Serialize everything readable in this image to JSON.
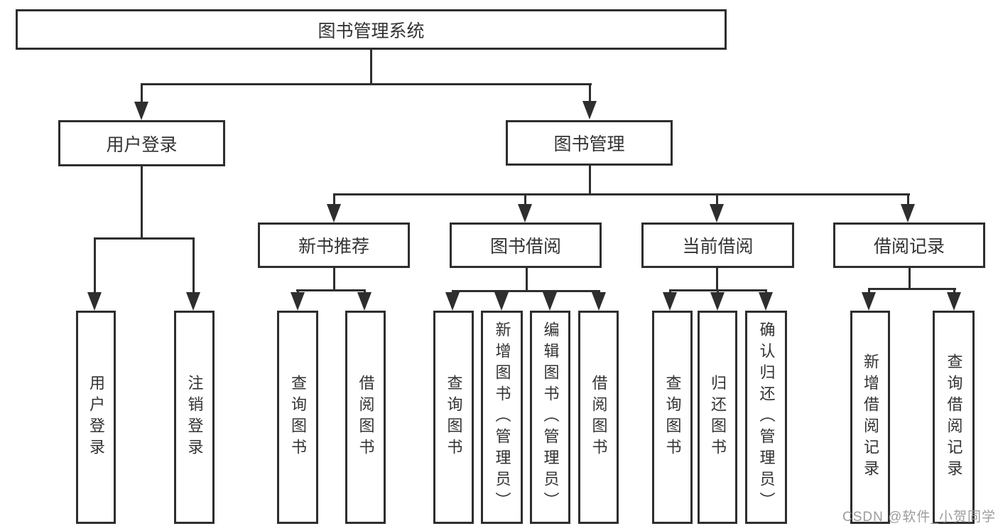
{
  "diagram": {
    "root": {
      "label": "图书管理系统"
    },
    "branches": [
      {
        "label": "用户登录",
        "children": [
          {
            "label": "用户登录"
          },
          {
            "label": "注销登录"
          }
        ]
      },
      {
        "label": "图书管理",
        "children": [
          {
            "label": "新书推荐",
            "children": [
              {
                "label": "查询图书"
              },
              {
                "label": "借阅图书"
              }
            ]
          },
          {
            "label": "图书借阅",
            "children": [
              {
                "label": "查询图书"
              },
              {
                "label": "新增图书（管理员）"
              },
              {
                "label": "编辑图书（管理员）"
              },
              {
                "label": "借阅图书"
              }
            ]
          },
          {
            "label": "当前借阅",
            "children": [
              {
                "label": "查询图书"
              },
              {
                "label": "归还图书"
              },
              {
                "label": "确认归还（管理员）"
              }
            ]
          },
          {
            "label": "借阅记录",
            "children": [
              {
                "label": "新增借阅记录"
              },
              {
                "label": "查询借阅记录"
              }
            ]
          }
        ]
      }
    ],
    "watermark": "CSDN @软件_小贺同学",
    "colors": {
      "line": "#2e2e2e",
      "box_border": "#2e2e2e",
      "text": "#333333",
      "watermark": "#949494",
      "background": "#ffffff"
    }
  }
}
